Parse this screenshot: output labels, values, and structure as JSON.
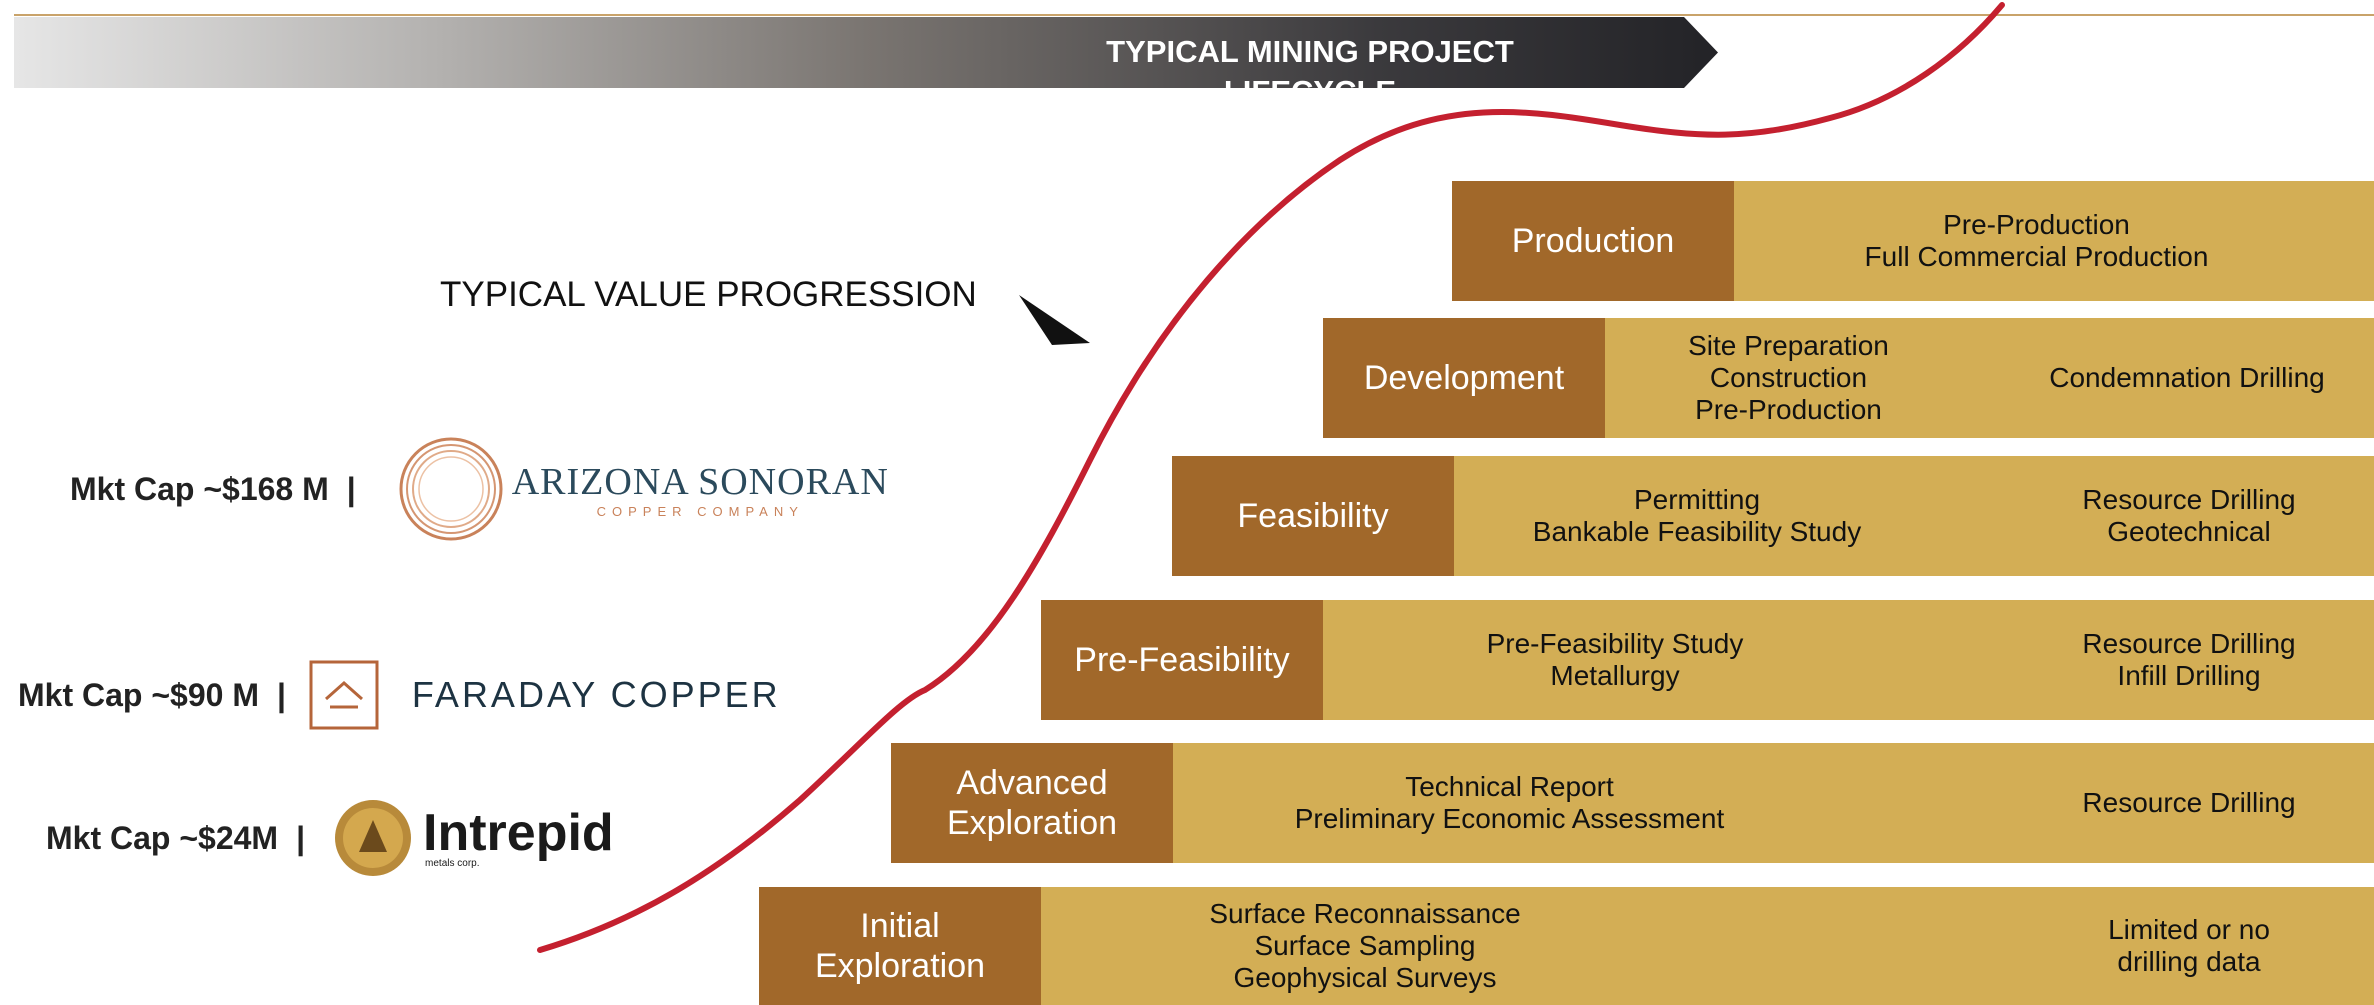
{
  "header": {
    "title": "TYPICAL MINING PROJECT LIFECYCLE"
  },
  "value_label": "TYPICAL VALUE PROGRESSION",
  "stages": [
    {
      "name": "Production",
      "col1": "Pre-Production\nFull Commercial Production",
      "col2": ""
    },
    {
      "name": "Development",
      "col1": "Site Preparation\nConstruction\nPre-Production",
      "col2": "Condemnation Drilling"
    },
    {
      "name": "Feasibility",
      "col1": "Permitting\nBankable Feasibility Study",
      "col2": "Resource Drilling\nGeotechnical"
    },
    {
      "name": "Pre-Feasibility",
      "col1": "Pre-Feasibility Study\nMetallurgy",
      "col2": "Resource Drilling\nInfill Drilling"
    },
    {
      "name": "Advanced\nExploration",
      "col1": "Technical Report\nPreliminary Economic Assessment",
      "col2": "Resource Drilling"
    },
    {
      "name": "Initial\nExploration",
      "col1": "Surface Reconnaissance\nSurface Sampling\nGeophysical Surveys",
      "col2": "Limited or no\ndrilling data"
    }
  ],
  "companies": [
    {
      "mktcap": "Mkt Cap ~$168 M",
      "separator": "|",
      "logo_name": "ARIZONA SONORAN",
      "logo_sub": "COPPER COMPANY"
    },
    {
      "mktcap": "Mkt Cap ~$90 M",
      "separator": "|",
      "logo_name": "FARADAY COPPER"
    },
    {
      "mktcap": "Mkt Cap ~$24M",
      "separator": "|",
      "logo_name": "Intrepid",
      "logo_sub": "metals corp."
    }
  ],
  "colors": {
    "stage_label": "#a1682a",
    "stage_body": "#d3ae55",
    "curve": "#c4202f",
    "faraday": "#1d3342",
    "arizona_ring": "#c9825a"
  }
}
